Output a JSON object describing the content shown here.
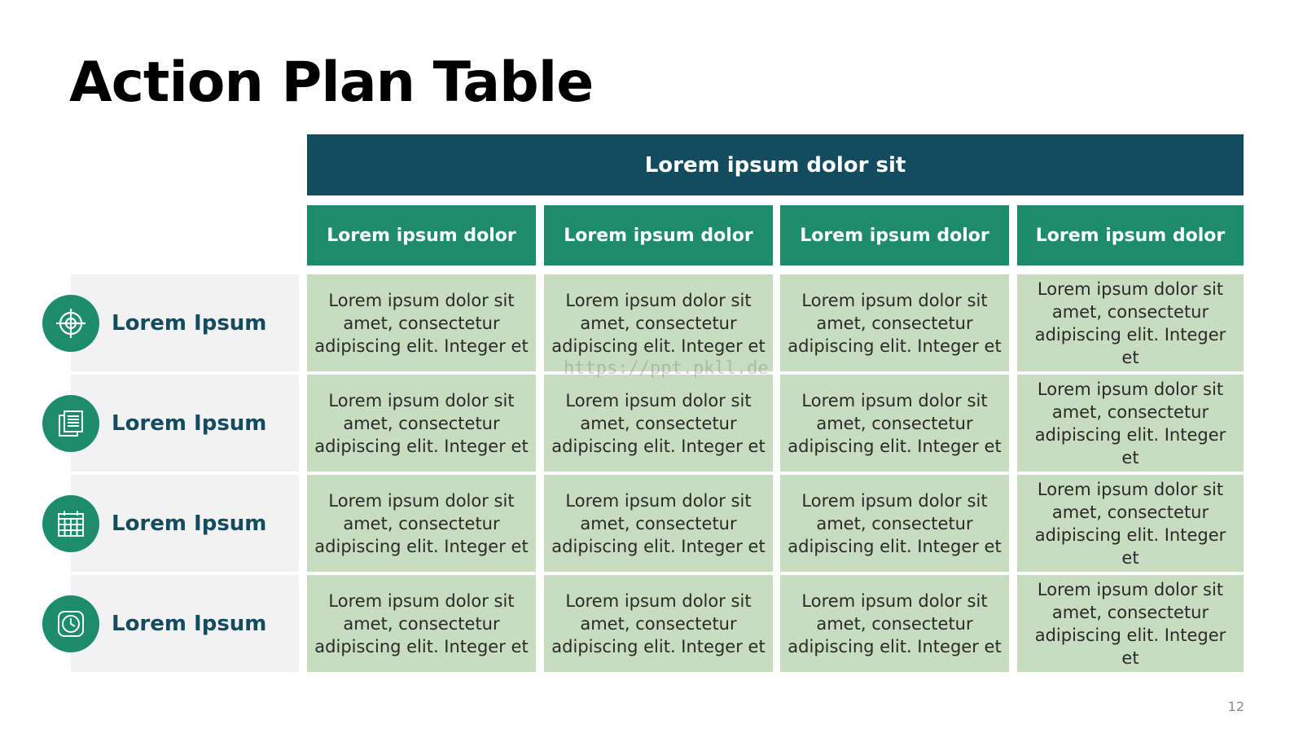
{
  "title": "Action Plan Table",
  "super_header": "Lorem ipsum dolor sit",
  "columns": [
    "Lorem ipsum dolor",
    "Lorem ipsum dolor",
    "Lorem ipsum dolor",
    "Lorem ipsum dolor"
  ],
  "rows": [
    {
      "label": "Lorem Ipsum",
      "icon": "target-crosshair-icon",
      "cells": [
        "Lorem ipsum dolor sit amet, consectetur adipiscing elit. Integer et",
        "Lorem ipsum dolor sit amet, consectetur adipiscing elit. Integer et",
        "Lorem ipsum dolor sit amet, consectetur adipiscing elit. Integer et",
        "Lorem ipsum dolor sit amet, consectetur adipiscing elit. Integer et"
      ]
    },
    {
      "label": "Lorem Ipsum",
      "icon": "document-icon",
      "cells": [
        "Lorem ipsum dolor sit amet, consectetur adipiscing elit. Integer et",
        "Lorem ipsum dolor sit amet, consectetur adipiscing elit. Integer et",
        "Lorem ipsum dolor sit amet, consectetur adipiscing elit. Integer et",
        "Lorem ipsum dolor sit amet, consectetur adipiscing elit. Integer et"
      ]
    },
    {
      "label": "Lorem Ipsum",
      "icon": "calendar-icon",
      "cells": [
        "Lorem ipsum dolor sit amet, consectetur adipiscing elit. Integer et",
        "Lorem ipsum dolor sit amet, consectetur adipiscing elit. Integer et",
        "Lorem ipsum dolor sit amet, consectetur adipiscing elit. Integer et",
        "Lorem ipsum dolor sit amet, consectetur adipiscing elit. Integer et"
      ]
    },
    {
      "label": "Lorem Ipsum",
      "icon": "clock-icon",
      "cells": [
        "Lorem ipsum dolor sit amet, consectetur adipiscing elit. Integer et",
        "Lorem ipsum dolor sit amet, consectetur adipiscing elit. Integer et",
        "Lorem ipsum dolor sit amet, consectetur adipiscing elit. Integer et",
        "Lorem ipsum dolor sit amet, consectetur adipiscing elit. Integer et"
      ]
    }
  ],
  "watermark": "https://ppt.pkll.de",
  "page_number": "12",
  "colors": {
    "dark_header": "#134b5f",
    "green_header": "#1c8c6a",
    "cell_bg": "#c8dcbf",
    "row_label_bg": "#f2f2f2",
    "row_label_text": "#134b5f"
  }
}
